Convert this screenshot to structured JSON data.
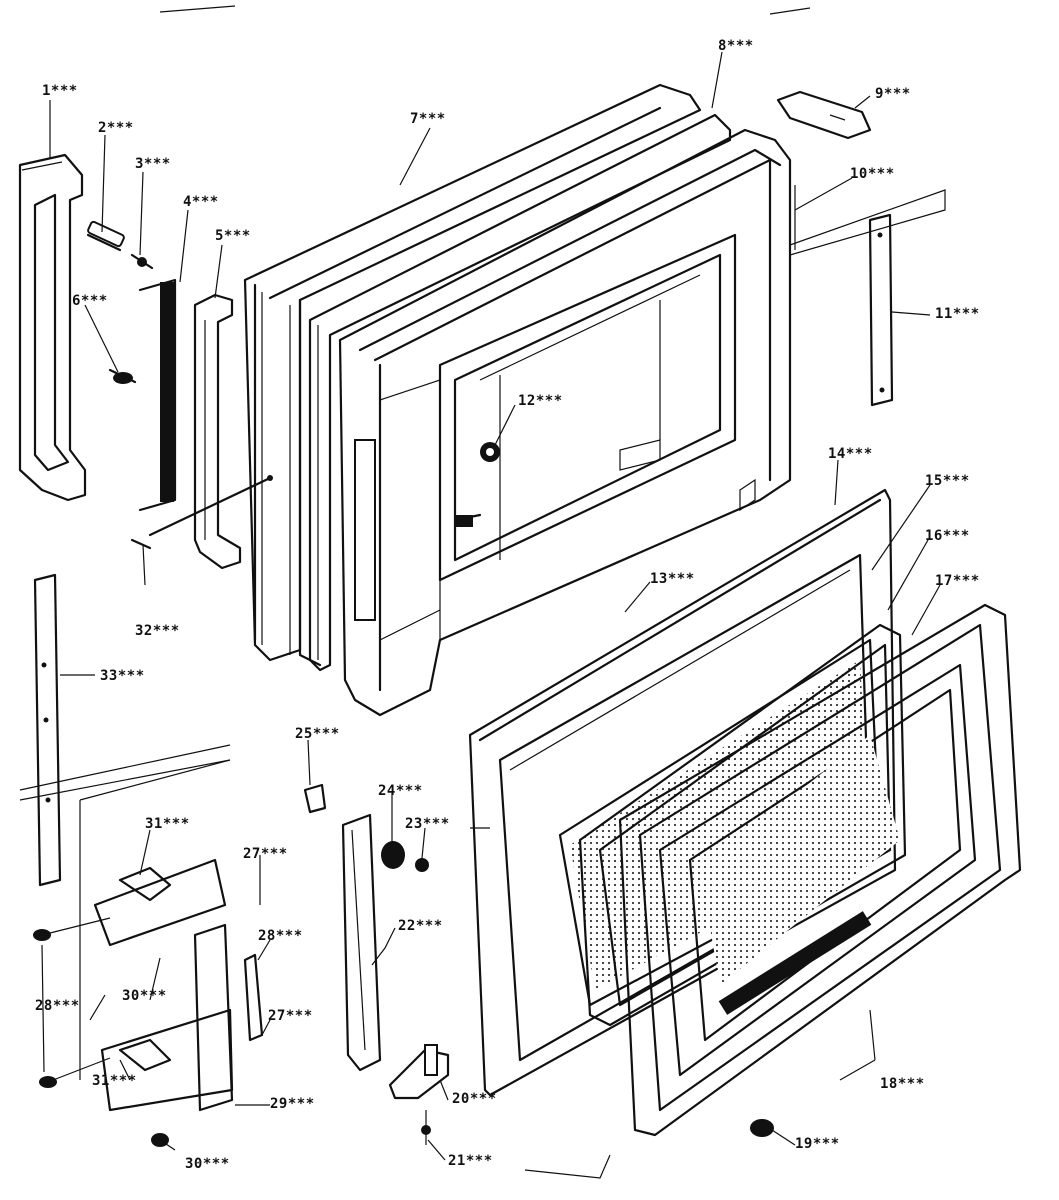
{
  "diagram": {
    "callouts": [
      {
        "id": "c1",
        "text": "1***"
      },
      {
        "id": "c2",
        "text": "2***"
      },
      {
        "id": "c3",
        "text": "3***"
      },
      {
        "id": "c4",
        "text": "4***"
      },
      {
        "id": "c5",
        "text": "5***"
      },
      {
        "id": "c6",
        "text": "6***"
      },
      {
        "id": "c7",
        "text": "7***"
      },
      {
        "id": "c8",
        "text": "8***"
      },
      {
        "id": "c9",
        "text": "9***"
      },
      {
        "id": "c10",
        "text": "10***"
      },
      {
        "id": "c11",
        "text": "11***"
      },
      {
        "id": "c12",
        "text": "12***"
      },
      {
        "id": "c13",
        "text": "13***"
      },
      {
        "id": "c14",
        "text": "14***"
      },
      {
        "id": "c15",
        "text": "15***"
      },
      {
        "id": "c16",
        "text": "16***"
      },
      {
        "id": "c17",
        "text": "17***"
      },
      {
        "id": "c18",
        "text": "18***"
      },
      {
        "id": "c19",
        "text": "19***"
      },
      {
        "id": "c20",
        "text": "20***"
      },
      {
        "id": "c21",
        "text": "21***"
      },
      {
        "id": "c22",
        "text": "22***"
      },
      {
        "id": "c23",
        "text": "23***"
      },
      {
        "id": "c24",
        "text": "24***"
      },
      {
        "id": "c25",
        "text": "25***"
      },
      {
        "id": "c27a",
        "text": "27***"
      },
      {
        "id": "c27b",
        "text": "27***"
      },
      {
        "id": "c28a",
        "text": "28***"
      },
      {
        "id": "c28b",
        "text": "28***"
      },
      {
        "id": "c29",
        "text": "29***"
      },
      {
        "id": "c30a",
        "text": "30***"
      },
      {
        "id": "c30b",
        "text": "30***"
      },
      {
        "id": "c31a",
        "text": "31***"
      },
      {
        "id": "c31b",
        "text": "31***"
      },
      {
        "id": "c32",
        "text": "32***"
      },
      {
        "id": "c33",
        "text": "33***"
      }
    ]
  }
}
